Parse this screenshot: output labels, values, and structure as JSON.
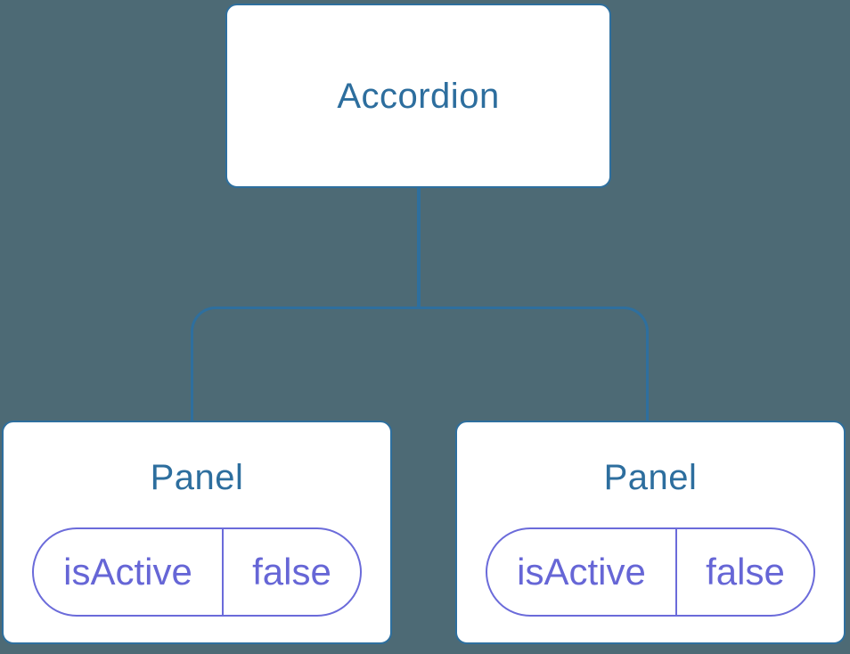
{
  "tree": {
    "root": {
      "label": "Accordion"
    },
    "children": [
      {
        "label": "Panel",
        "state": {
          "key": "isActive",
          "value": "false"
        }
      },
      {
        "label": "Panel",
        "state": {
          "key": "isActive",
          "value": "false"
        }
      }
    ]
  },
  "palette": {
    "background": "#4d6a75",
    "line_blue": "#2e6f9e",
    "box_fill": "#ffffff",
    "title_text": "#2d6e9e",
    "state_purple_border": "#6b6bda",
    "state_purple_text": "#6666d6"
  }
}
